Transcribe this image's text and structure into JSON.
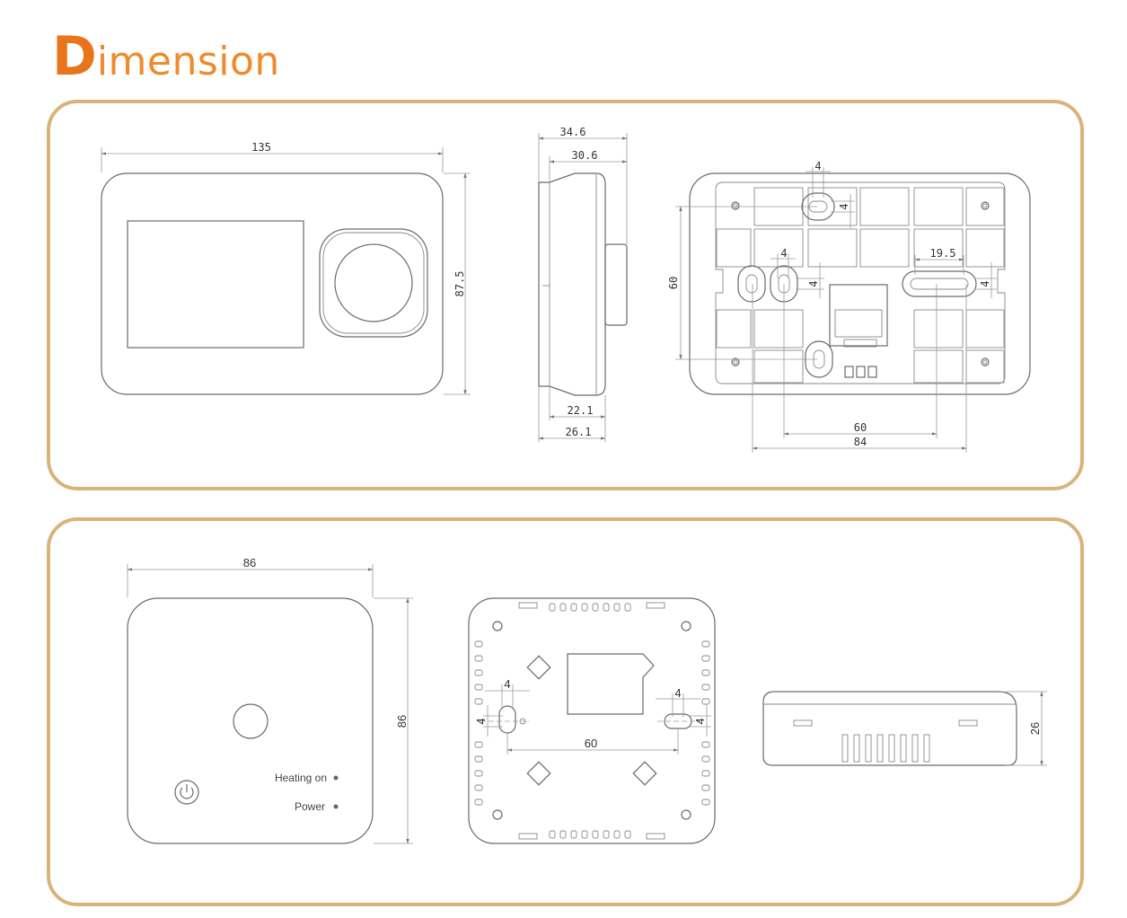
{
  "title": {
    "first_letter": "D",
    "rest": "imension"
  },
  "colors": {
    "accent": "#e8741c",
    "panel_border": "#d9b47a",
    "line": "#6a6a6a"
  },
  "top_panel": {
    "front_view": {
      "width": "135",
      "height": "87.5"
    },
    "side_view": {
      "depth_total": "34.6",
      "depth_body": "30.6",
      "depth_a": "22.1",
      "depth_b": "26.1"
    },
    "back_view": {
      "hole_size_top": "4",
      "hole_size_top_v": "4",
      "hole_size_mid": "4",
      "hole_size_mid_v": "4",
      "slot_length": "19.5",
      "slot_v": "4",
      "vertical_spacing": "60",
      "spacing_inner": "60",
      "spacing_outer": "84"
    }
  },
  "bottom_panel": {
    "front_view": {
      "width": "86",
      "height": "86",
      "led1_label": "Heating on",
      "led2_label": "Power"
    },
    "back_view": {
      "hole_w_left": "4",
      "hole_h_left": "4",
      "hole_w_right": "4",
      "hole_h_right": "4",
      "spacing": "60"
    },
    "side_view": {
      "thickness": "26"
    }
  }
}
